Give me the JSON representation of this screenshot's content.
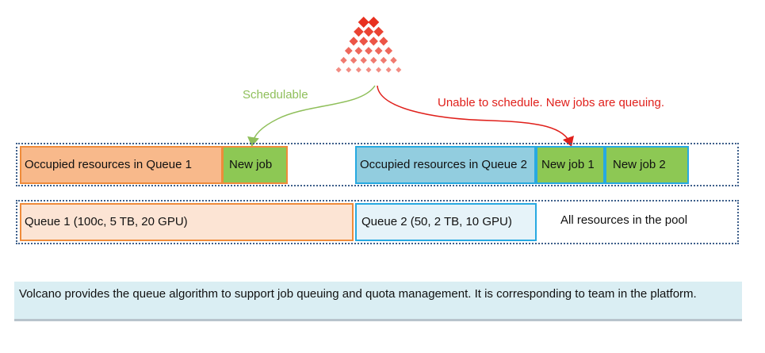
{
  "logo": {
    "name": "volcano-logo",
    "color": "#e8301f"
  },
  "arrows": {
    "schedulable_label": "Schedulable",
    "unable_label": "Unable to schedule. New jobs are queuing.",
    "schedulable_color": "#8fbf5a",
    "unable_color": "#e0201b"
  },
  "occupied_row": {
    "queue1_occupied": "Occupied resources in Queue 1",
    "queue1_new_job": "New job",
    "queue2_occupied": "Occupied resources in Queue 2",
    "queue2_new_job_1": "New job 1",
    "queue2_new_job_2": "New job 2"
  },
  "pool_row": {
    "queue1": "Queue 1 (100c, 5 TB, 20 GPU)",
    "queue2": "Queue 2 (50, 2 TB, 10 GPU)",
    "pool": "All resources in the pool"
  },
  "caption": "Volcano provides the queue algorithm to support job queuing and quota management. It is corresponding to team in the platform.",
  "colors": {
    "queue1_border": "#ef8b3a",
    "queue2_border": "#27a9e1",
    "new_job_fill": "#8dc854",
    "dotted_border": "#3e5f8a"
  }
}
